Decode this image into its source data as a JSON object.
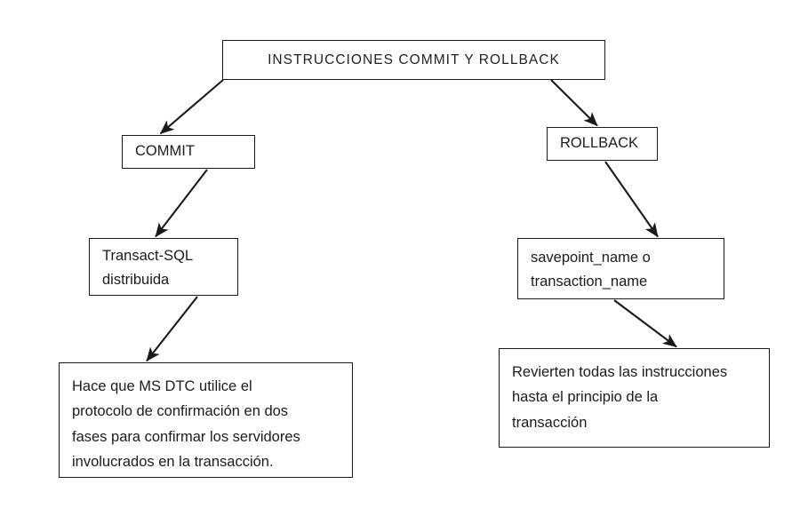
{
  "diagram": {
    "title": "INSTRUCCIONES COMMIT Y ROLLBACK",
    "background_color": "#ffffff",
    "stroke_color": "#1a1a1a",
    "text_color": "#1b1b1b",
    "nodes": {
      "root": {
        "label": "INSTRUCCIONES COMMIT Y ROLLBACK"
      },
      "commit": {
        "label": "COMMIT"
      },
      "rollback": {
        "label": "ROLLBACK"
      },
      "commit_detail": {
        "line1": "Transact-SQL",
        "line2": "distribuida"
      },
      "rollback_detail": {
        "line1": "savepoint_name o",
        "line2": "transaction_name"
      },
      "commit_description": {
        "line1": "Hace que MS DTC utilice el",
        "line2": "protocolo de confirmación en dos",
        "line3": "fases para confirmar los servidores",
        "line4": "involucrados en la transacción."
      },
      "rollback_description": {
        "line1": "Revierten todas las instrucciones",
        "line2": "hasta el principio de la",
        "line3": "transacción"
      }
    },
    "edges": [
      {
        "name": "root-to-commit",
        "from": "root",
        "to": "commit"
      },
      {
        "name": "root-to-rollback",
        "from": "root",
        "to": "rollback"
      },
      {
        "name": "commit-to-detail",
        "from": "commit",
        "to": "commit_detail"
      },
      {
        "name": "rollback-to-detail",
        "from": "rollback",
        "to": "rollback_detail"
      },
      {
        "name": "commit-detail-to-description",
        "from": "commit_detail",
        "to": "commit_description"
      },
      {
        "name": "rollback-detail-to-description",
        "from": "rollback_detail",
        "to": "rollback_description"
      }
    ]
  }
}
